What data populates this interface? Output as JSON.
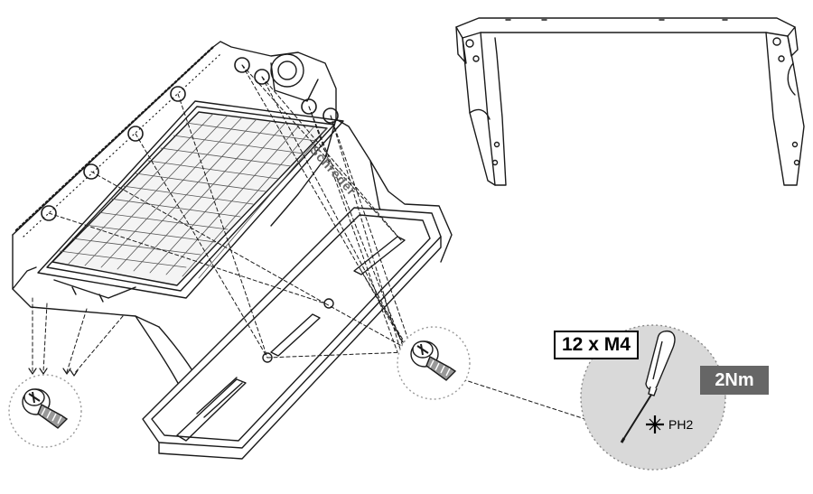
{
  "fastener": {
    "quantity_label": "12 x M4"
  },
  "tool": {
    "torque_label": "2Nm",
    "bit_label": "PH2"
  },
  "luminaire": {
    "brand_label": "Schréder"
  },
  "colors": {
    "line": "#1a1a1a",
    "detail_bg": "#d9d9d9",
    "torque_bg": "#666666"
  }
}
